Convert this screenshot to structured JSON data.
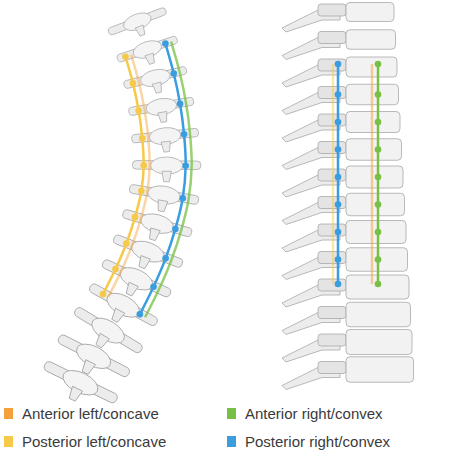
{
  "diagram": {
    "legend": [
      {
        "text": "Anterior left/concave",
        "color": "#f4a13b"
      },
      {
        "text": "Anterior right/convex",
        "color": "#77c043"
      },
      {
        "text": "Posterior left/concave",
        "color": "#f7c948"
      },
      {
        "text": "Posterior right/convex",
        "color": "#3a9de0"
      }
    ]
  }
}
